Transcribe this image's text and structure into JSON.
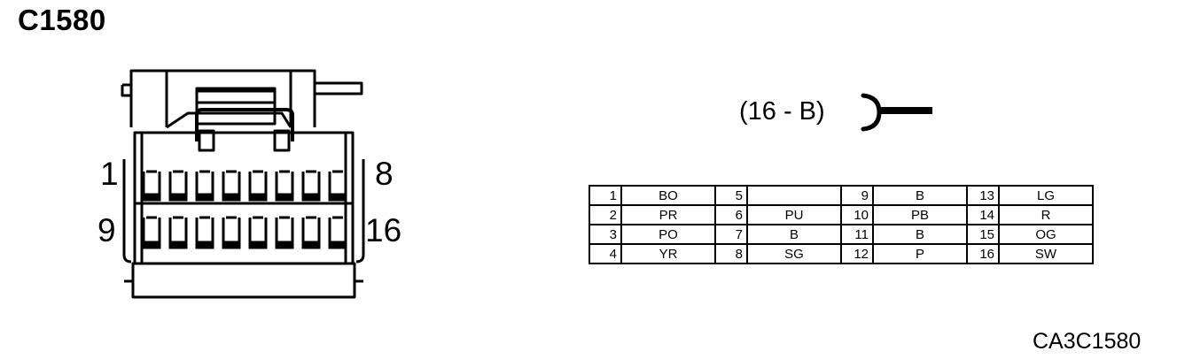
{
  "title": "C1580",
  "connector": {
    "code": "(16 - B)",
    "pin_labels": {
      "top_left": "1",
      "top_right": "8",
      "bottom_left": "9",
      "bottom_right": "16"
    }
  },
  "pin_table": [
    [
      {
        "pin": "1",
        "color": "BO"
      },
      {
        "pin": "5",
        "color": ""
      },
      {
        "pin": "9",
        "color": "B"
      },
      {
        "pin": "13",
        "color": "LG"
      }
    ],
    [
      {
        "pin": "2",
        "color": "PR"
      },
      {
        "pin": "6",
        "color": "PU"
      },
      {
        "pin": "10",
        "color": "PB"
      },
      {
        "pin": "14",
        "color": "R"
      }
    ],
    [
      {
        "pin": "3",
        "color": "PO"
      },
      {
        "pin": "7",
        "color": "B"
      },
      {
        "pin": "11",
        "color": "B"
      },
      {
        "pin": "15",
        "color": "OG"
      }
    ],
    [
      {
        "pin": "4",
        "color": "YR"
      },
      {
        "pin": "8",
        "color": "SG"
      },
      {
        "pin": "12",
        "color": "P"
      },
      {
        "pin": "16",
        "color": "SW"
      }
    ]
  ],
  "footer_code": "CA3C1580"
}
